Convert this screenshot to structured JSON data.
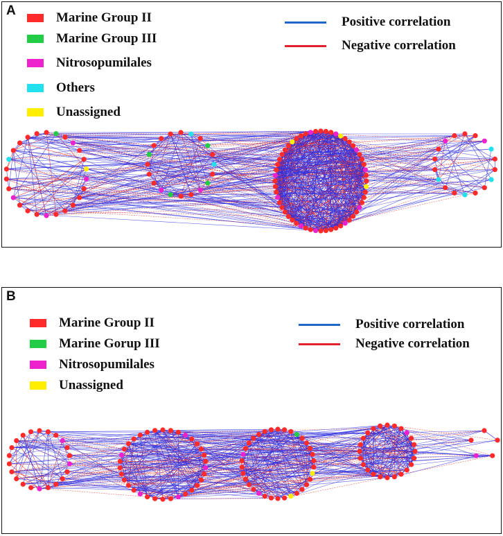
{
  "colors": {
    "marine_group_ii": "#ff2a2a",
    "marine_group_iii": "#22cc44",
    "nitrosopumilales": "#ee22cc",
    "others": "#22e0ee",
    "unassigned": "#ffee00",
    "positive": "#1f66c8",
    "negative": "#e0202a",
    "edge_positive": "#3030e0",
    "edge_negative": "#e02828"
  },
  "panelA": {
    "letter": "A",
    "legend": [
      {
        "label": "Marine Group II",
        "color_key": "marine_group_ii"
      },
      {
        "label": "Marine Group III",
        "color_key": "marine_group_iii"
      },
      {
        "label": "Nitrosopumilales",
        "color_key": "nitrosopumilales"
      },
      {
        "label": "Others",
        "color_key": "others"
      },
      {
        "label": "Unassigned",
        "color_key": "unassigned"
      }
    ],
    "correlation_legend": {
      "positive": "Positive correlation",
      "negative": "Negative correlation"
    },
    "modules": [
      {
        "nodes": 26,
        "taxa": {
          "nitrosopumilales": 4,
          "others": 1,
          "marine_group_iii": 1,
          "unassigned": 1
        }
      },
      {
        "nodes": 20,
        "taxa": {
          "marine_group_iii": 4,
          "others": 2,
          "nitrosopumilales": 2
        }
      },
      {
        "nodes": 56,
        "taxa": {
          "nitrosopumilales": 10,
          "unassigned": 3
        }
      },
      {
        "nodes": 18,
        "taxa": {
          "others": 4,
          "nitrosopumilales": 2
        }
      }
    ]
  },
  "panelB": {
    "letter": "B",
    "legend": [
      {
        "label": "Marine Group II",
        "color_key": "marine_group_ii"
      },
      {
        "label": "Marine Gorup III",
        "color_key": "marine_group_iii"
      },
      {
        "label": "Nitrosopumilales",
        "color_key": "nitrosopumilales"
      },
      {
        "label": "Unassigned",
        "color_key": "unassigned"
      }
    ],
    "correlation_legend": {
      "positive": "Positive correlation",
      "negative": "Negative correlation"
    },
    "modules": [
      {
        "nodes": 22,
        "taxa": {
          "nitrosopumilales": 3
        }
      },
      {
        "nodes": 34,
        "taxa": {
          "nitrosopumilales": 5
        }
      },
      {
        "nodes": 34,
        "taxa": {
          "marine_group_iii": 1,
          "unassigned": 2,
          "nitrosopumilales": 2
        }
      },
      {
        "nodes": 24,
        "taxa": {
          "nitrosopumilales": 1
        }
      },
      {
        "nodes": 5,
        "taxa": {
          "nitrosopumilales": 1
        }
      }
    ]
  }
}
